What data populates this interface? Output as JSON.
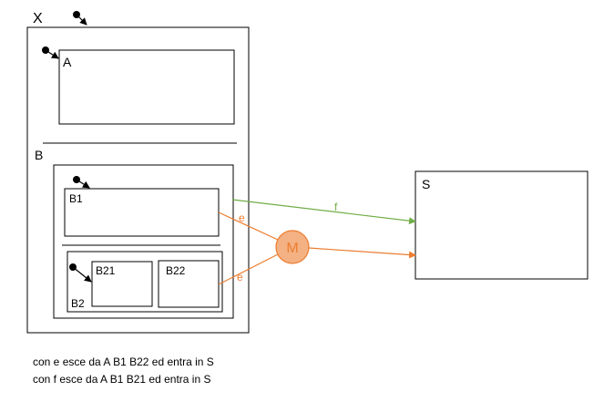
{
  "states": {
    "X": "X",
    "A": "A",
    "B": "B",
    "B1": "B1",
    "B2": "B2",
    "B21": "B21",
    "B22": "B22",
    "S": "S",
    "M": "M"
  },
  "transitions": {
    "e_upper": "e",
    "e_lower": "e",
    "f": "f"
  },
  "notes": {
    "line1": "con e esce da A B1 B22 ed entra in S",
    "line2": "con f esce da A B1 B21 ed entra in S"
  },
  "colors": {
    "e": "#ED7D31",
    "f": "#70AD47",
    "junction_fill": "#F4B183",
    "stroke": "#000000"
  }
}
